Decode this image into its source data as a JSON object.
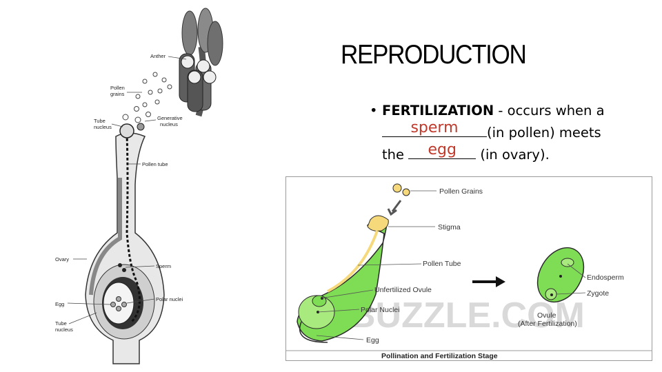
{
  "slide": {
    "title": "REPRODUCTION",
    "bullet": {
      "symbol": "•",
      "term": "FERTILIZATION",
      "text_part1": " - occurs when a",
      "blank1_answer": "sperm",
      "text_part2": "(in pollen) meets",
      "text_part3": "the ",
      "blank2_answer": "egg",
      "text_part4": " (in ovary)."
    }
  },
  "left_diagram": {
    "labels": {
      "anther": "Anther",
      "pollen_grains_1": "Pollen",
      "pollen_grains_2": "grains",
      "tube_nucleus_top_1": "Tube",
      "tube_nucleus_top_2": "nucleus",
      "generative_nucleus_1": "Generative",
      "generative_nucleus_2": "nucleus",
      "pollen_tube": "Pollen tube",
      "ovary": "Ovary",
      "sperm": "Sperm",
      "egg": "Egg",
      "polar_nuclei": "Polar nuclei",
      "tube_nucleus_bottom_1": "Tube",
      "tube_nucleus_bottom_2": "nucleus"
    }
  },
  "right_diagram": {
    "labels": {
      "pollen_grains": "Pollen Grains",
      "stigma": "Stigma",
      "pollen_tube": "Pollen Tube",
      "unfertilized_ovule": "Unfertilized Ovule",
      "polar_nuclei": "Polar Nuclei",
      "egg": "Egg",
      "endosperm": "Endosperm",
      "zygote": "Zygote",
      "ovule_1": "Ovule",
      "ovule_2": "(After Fertilization)"
    },
    "caption": "Pollination and Fertilization Stage",
    "watermark": "BUZZLE.COM",
    "colors": {
      "green": "#7fdc55",
      "yellow": "#f6d97b",
      "outline": "#2a2a2a"
    }
  }
}
